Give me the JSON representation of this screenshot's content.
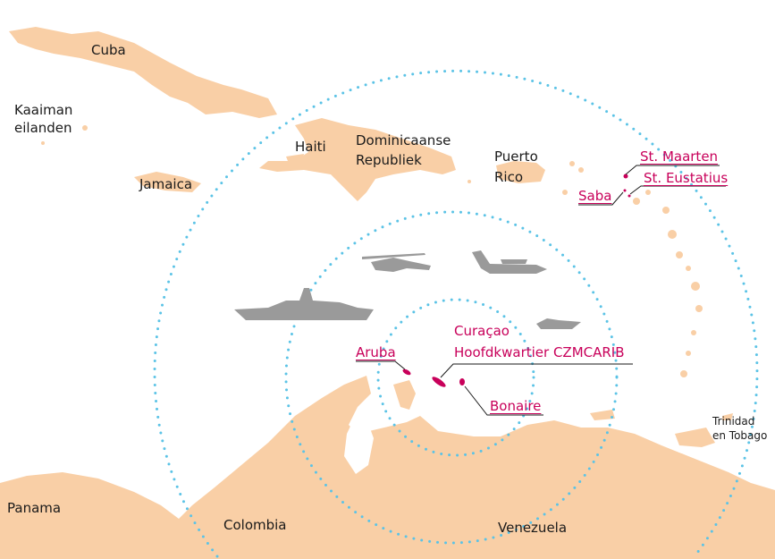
{
  "colors": {
    "land": "#f9cfa6",
    "dependency": "#c8005a",
    "range": "#5bc3e6",
    "vehicle": "#9a9a9a"
  },
  "labels": {
    "cuba": "Cuba",
    "cayman_1": "Kaaiman",
    "cayman_2": "eilanden",
    "haiti": "Haiti",
    "dr_1": "Dominicaanse",
    "dr_2": "Republiek",
    "pr_1": "Puerto",
    "pr_2": "Rico",
    "jamaica": "Jamaica",
    "panama": "Panama",
    "colombia": "Colombia",
    "venezuela": "Venezuela",
    "tt_1": "Trinidad",
    "tt_2": "en Tobago"
  },
  "islands": {
    "st_maarten": "St. Maarten",
    "st_eustatius": "St. Eustatius",
    "saba": "Saba",
    "aruba": "Aruba",
    "curacao": "Curaçao",
    "hq": "Hoofdkwartier CZMCARIB",
    "bonaire": "Bonaire"
  },
  "icons": [
    "helicopter-icon",
    "aircraft-icon",
    "ship-icon",
    "boat-icon"
  ]
}
